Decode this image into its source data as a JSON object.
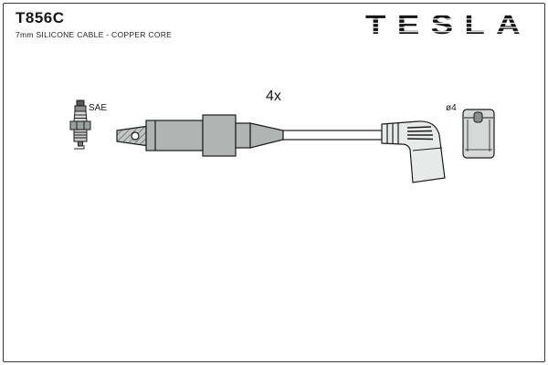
{
  "header": {
    "part_number": "T856C",
    "description": "7mm SILICONE CABLE - COPPER CORE",
    "brand": "TESLA"
  },
  "diagram": {
    "quantity_label": "4x",
    "spark_plug_label": "SAE",
    "diameter_label": "ø4"
  },
  "colors": {
    "line": "#1c1c1c",
    "boot_gray": "#b0b5b3",
    "light_gray": "#dcdedd",
    "background": "#ffffff"
  }
}
